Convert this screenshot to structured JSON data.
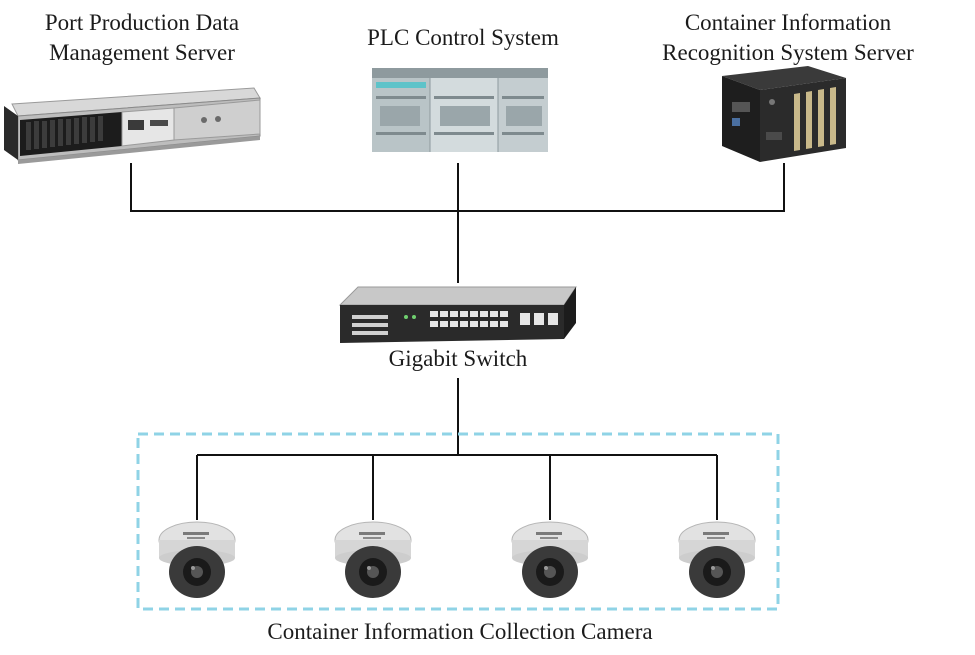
{
  "nodes": {
    "port_server": {
      "label_lines": [
        "Port Production Data",
        "Management Server"
      ],
      "icon": "rack-server-icon"
    },
    "plc": {
      "label_lines": [
        "PLC Control System"
      ],
      "icon": "plc-module-icon"
    },
    "recognition_server": {
      "label_lines": [
        "Container Information",
        "Recognition System Server"
      ],
      "icon": "industrial-pc-icon"
    },
    "switch": {
      "label_lines": [
        "Gigabit Switch"
      ],
      "icon": "network-switch-icon"
    },
    "cameras": {
      "label_lines": [
        "Container Information Collection Camera"
      ],
      "icon": "dome-camera-icon",
      "count": 4
    }
  },
  "colors": {
    "wire": "#111111",
    "camera_group_border": "#8fd3e6",
    "text": "#1b1b1b"
  }
}
